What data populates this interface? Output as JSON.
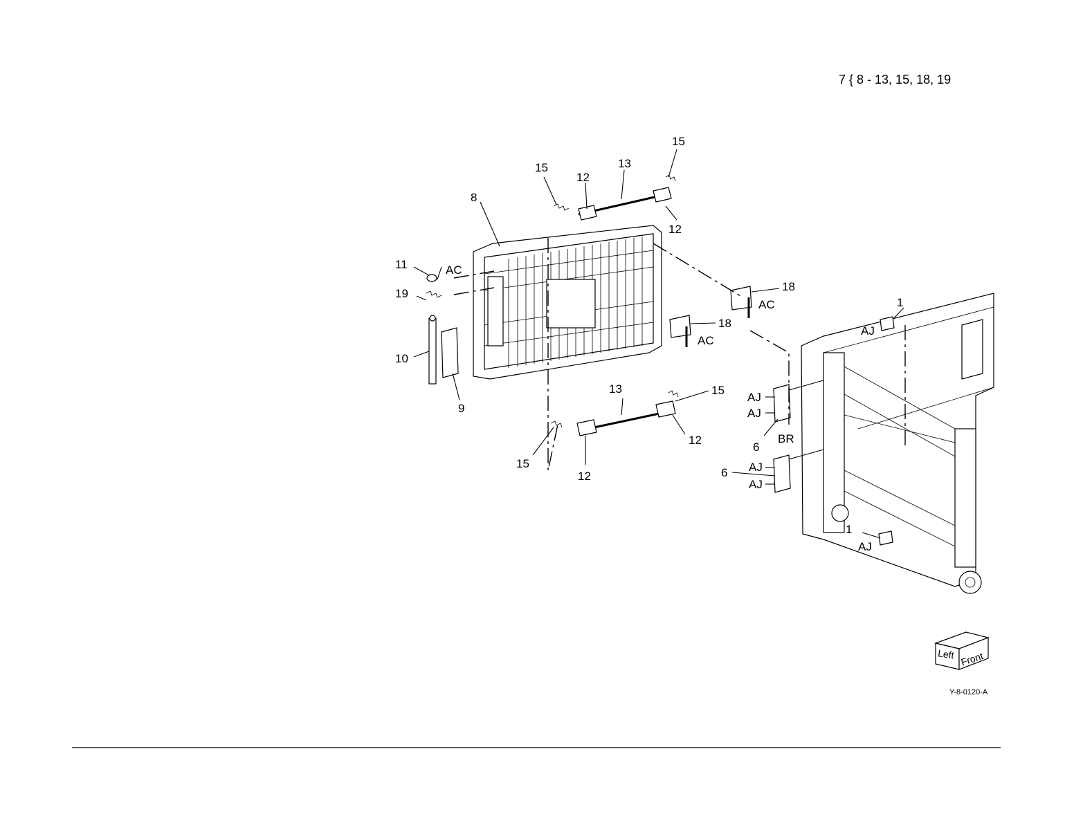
{
  "header": {
    "reference": "7 { 8 - 13, 15, 18, 19"
  },
  "callouts": {
    "c1a": "1",
    "c1b": "1",
    "c6a": "6",
    "c6b": "6",
    "c8": "8",
    "c9": "9",
    "c10": "10",
    "c11": "11",
    "c12a": "12",
    "c12b": "12",
    "c12c": "12",
    "c12d": "12",
    "c13a": "13",
    "c13b": "13",
    "c15a": "15",
    "c15b": "15",
    "c15c": "15",
    "c15d": "15",
    "c18a": "18",
    "c18b": "18",
    "c19": "19"
  },
  "codes": {
    "ac1": "AC",
    "ac2": "AC",
    "ac3": "AC",
    "aj1": "AJ",
    "aj2": "AJ",
    "aj3": "AJ",
    "aj4": "AJ",
    "aj5": "AJ",
    "aj6": "AJ",
    "br": "BR"
  },
  "orientation": {
    "left": "Left",
    "front": "Front"
  },
  "figure_id": "Y-8-0120-A"
}
